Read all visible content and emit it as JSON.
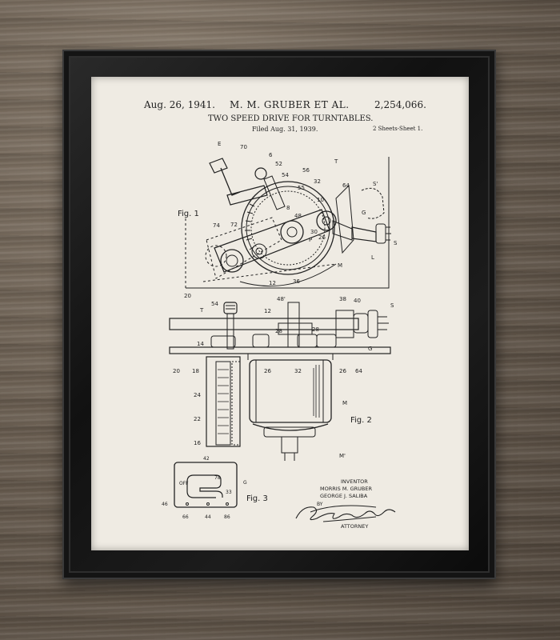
{
  "patent": {
    "date": "Aug. 26, 1941.",
    "inventors": "M. M. GRUBER ET AL.",
    "number": "2,254,066.",
    "title": "TWO SPEED DRIVE FOR TURNTABLES.",
    "filed": "Filed Aug. 31, 1939.",
    "sheets": "2 Sheets-Sheet 1."
  },
  "figures": {
    "fig1": "Fig. 1",
    "fig2": "Fig. 2",
    "fig3": "Fig. 3"
  },
  "signature_block": {
    "inventor_label": "INVENTOR",
    "inventor_1": "MORRIS M. GRUBER",
    "inventor_2": "GEORGE J. SALIBA",
    "by": "BY",
    "attorney_label": "ATTORNEY"
  },
  "fig3_labels": {
    "off": "OFF",
    "l42": "42",
    "l78": "78",
    "l33": "33",
    "lg": "G",
    "l46": "46",
    "l66": "66",
    "l44": "44",
    "l86": "86"
  },
  "fig1_labels": {
    "e": "E",
    "l70": "70",
    "l6": "6",
    "l52": "52",
    "l54": "54",
    "l56": "56",
    "l32": "32",
    "t": "T",
    "l55": "55",
    "l64": "64",
    "s1": "S'",
    "l74": "74",
    "l72": "72",
    "l8": "8",
    "l48": "48",
    "l10": "10",
    "g": "G",
    "p": "P",
    "l30": "30",
    "l26": "26",
    "l12": "12",
    "l36": "36",
    "m": "M",
    "l20": "20",
    "s": "S",
    "l": "L"
  },
  "fig2_labels": {
    "t": "T",
    "l54": "54",
    "l12": "12",
    "l48": "48'",
    "l40": "40",
    "s": "S",
    "l38": "38",
    "l28a": "28",
    "l28b": "28",
    "l14": "14",
    "l20": "20",
    "l18": "18",
    "l26a": "26",
    "l32": "32",
    "l26b": "26",
    "l64": "64",
    "g": "G",
    "l24": "24",
    "l22": "22",
    "l16": "16",
    "m": "M",
    "m2": "M'"
  }
}
